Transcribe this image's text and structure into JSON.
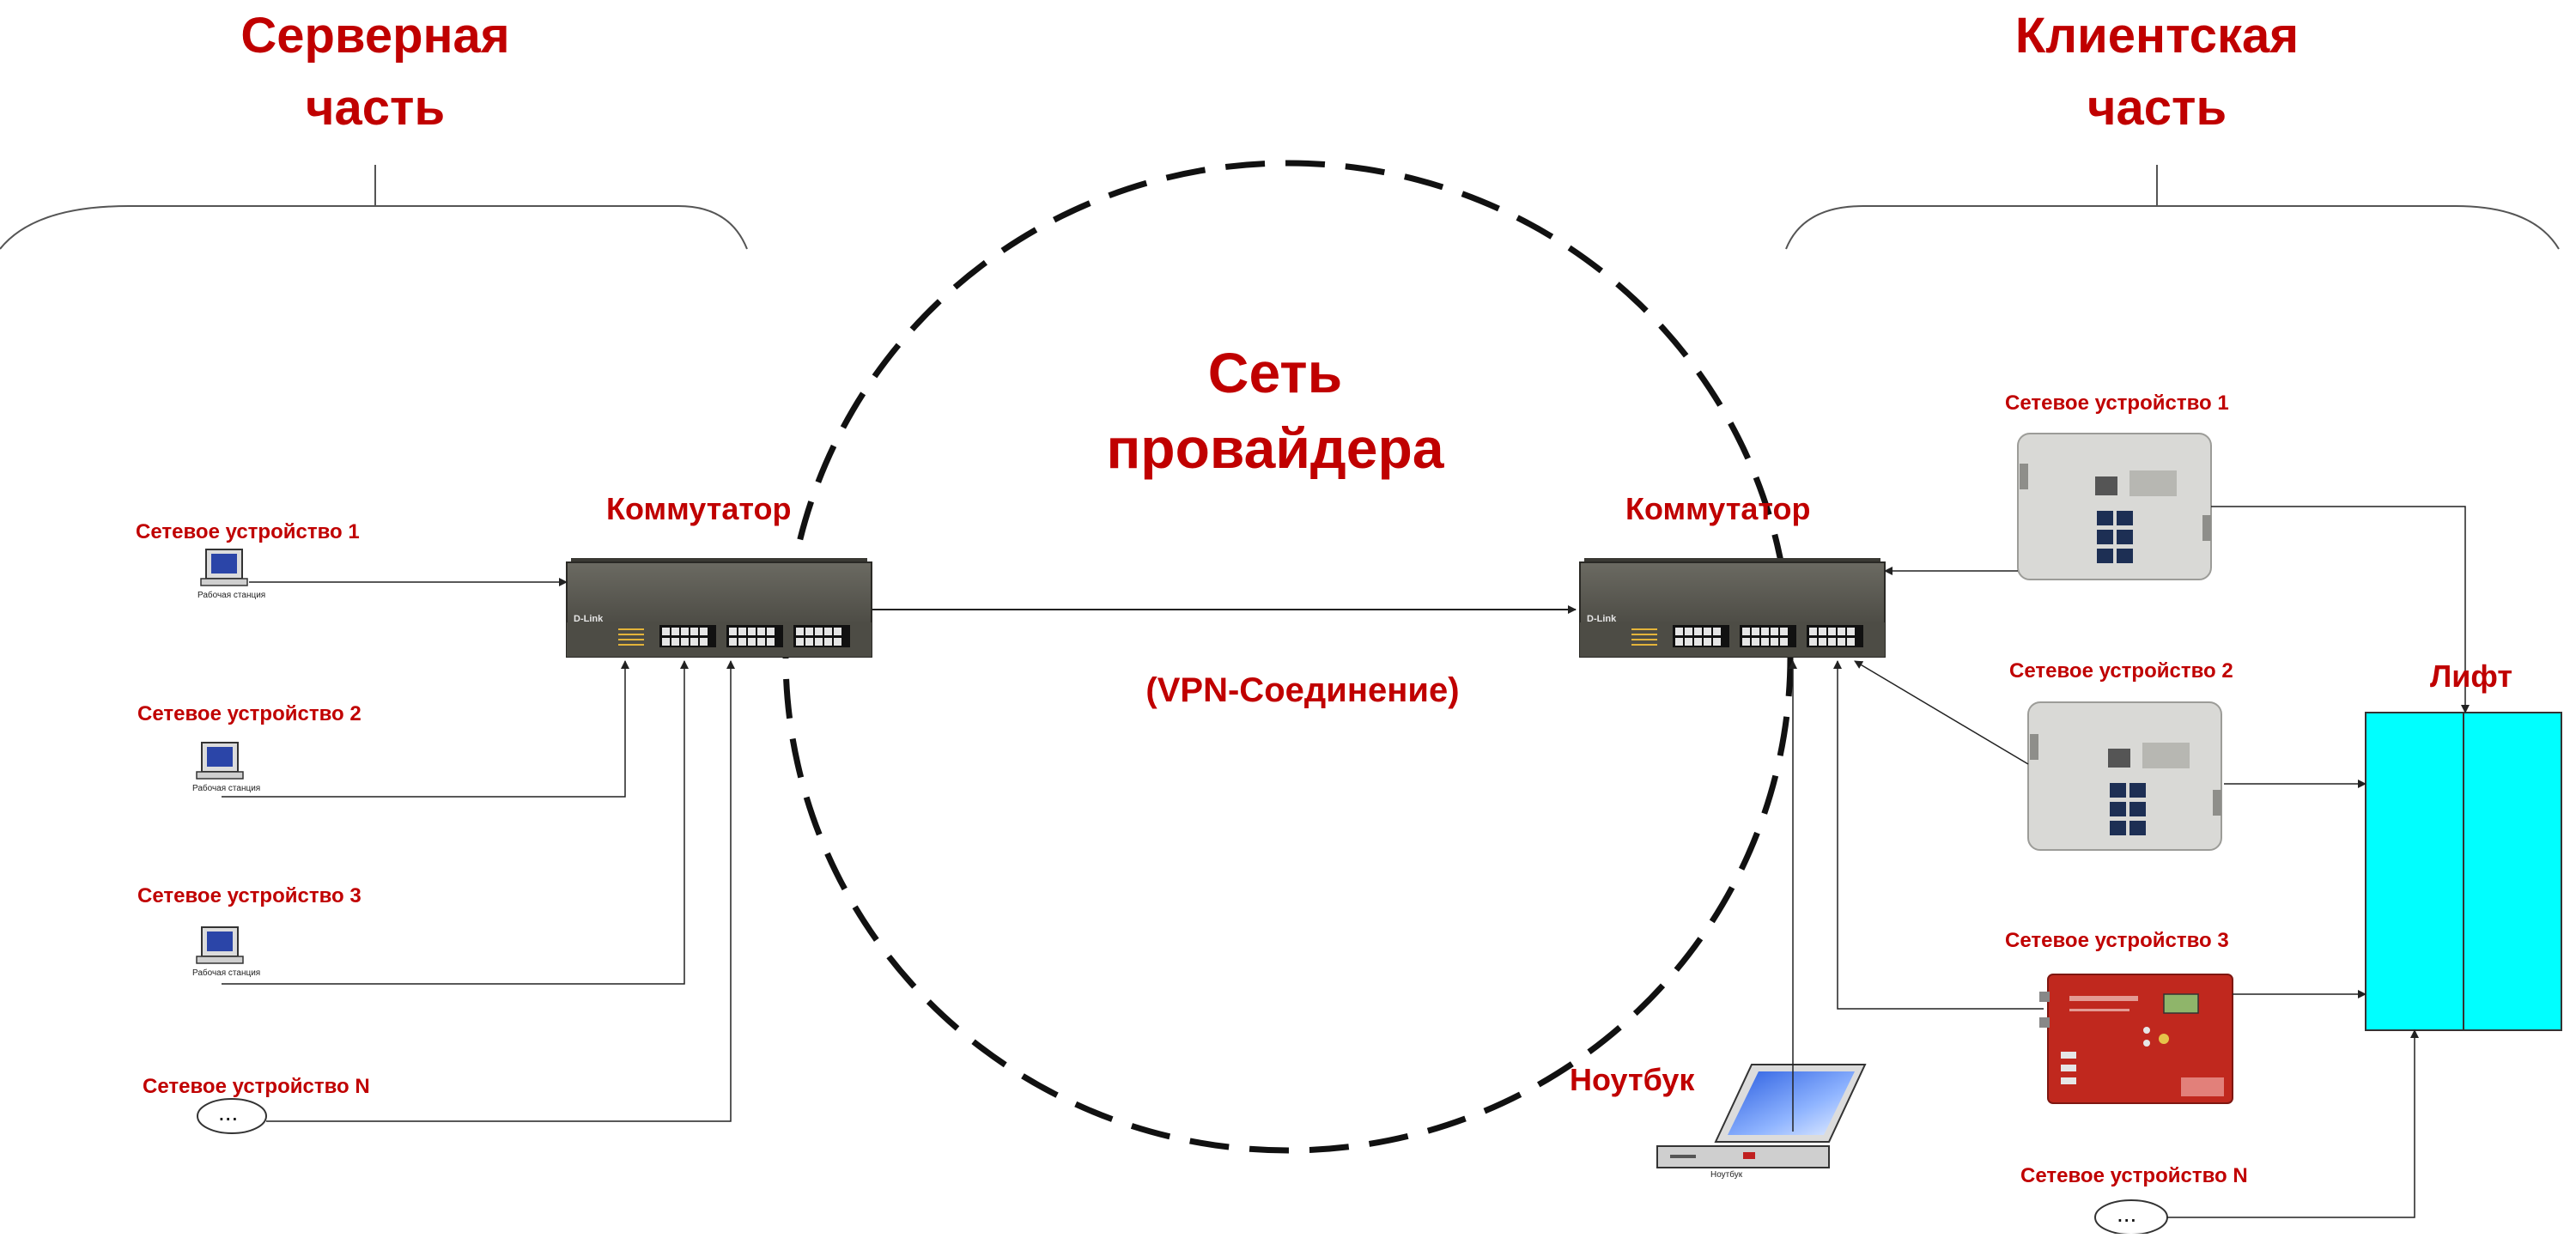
{
  "titles": {
    "server_part": "Серверная\nчасть",
    "client_part": "Клиентская\nчасть",
    "provider_network": "Сеть\nпровайдера",
    "vpn": "(VPN-Соединение)"
  },
  "server": {
    "switch_label": "Коммутатор",
    "devices": [
      {
        "label": "Сетевое устройство 1",
        "caption": "Рабочая станция"
      },
      {
        "label": "Сетевое устройство 2",
        "caption": "Рабочая станция"
      },
      {
        "label": "Сетевое устройство 3",
        "caption": "Рабочая станция"
      },
      {
        "label": "Сетевое устройство N",
        "caption": "..."
      }
    ],
    "switch_brand": "D-Link"
  },
  "client": {
    "switch_label": "Коммутатор",
    "laptop_label": "Ноутбук",
    "laptop_caption": "Ноутбук",
    "lift_label": "Лифт",
    "devices": [
      {
        "label": "Сетевое устройство 1"
      },
      {
        "label": "Сетевое устройство 2"
      },
      {
        "label": "Сетевое устройство 3"
      },
      {
        "label": "Сетевое устройство N",
        "caption": "..."
      }
    ],
    "switch_brand": "D-Link"
  },
  "colors": {
    "label_red": "#c00000",
    "lift_fill": "#00ffff",
    "switch_body": "#4a4a44",
    "controller_gray": "#d9d9d6",
    "controller_red": "#c0281e"
  }
}
